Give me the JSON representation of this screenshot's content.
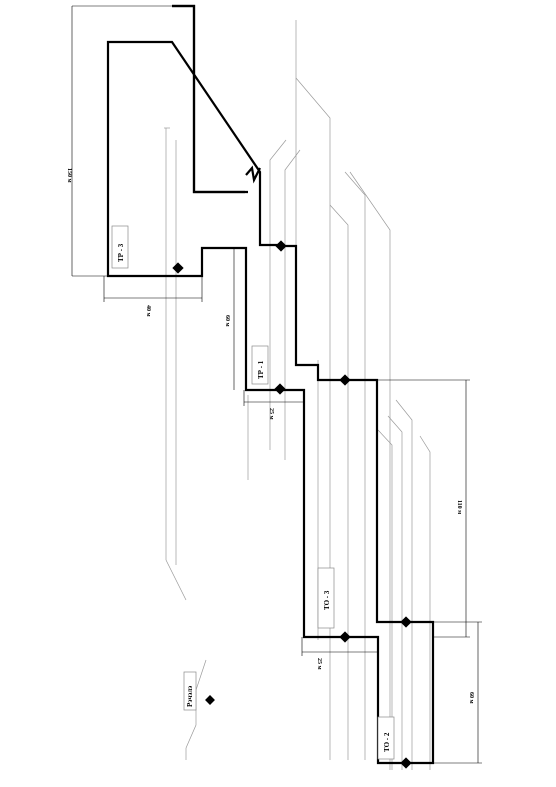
{
  "labels": {
    "tp3": "ТР - 3",
    "tp1": "ТР - 1",
    "to3": "ТО - 3",
    "to2": "ТО - 2",
    "station": "Рэчэлэ"
  },
  "dimensions": {
    "d150": "150 м",
    "d40": "40 м",
    "d60a": "60 м",
    "d25a": "25 м",
    "d110": "110 м",
    "d25b": "25 м",
    "d60b": "60 м"
  },
  "colors": {
    "outline": "#000000",
    "track": "#9a9a9a"
  }
}
